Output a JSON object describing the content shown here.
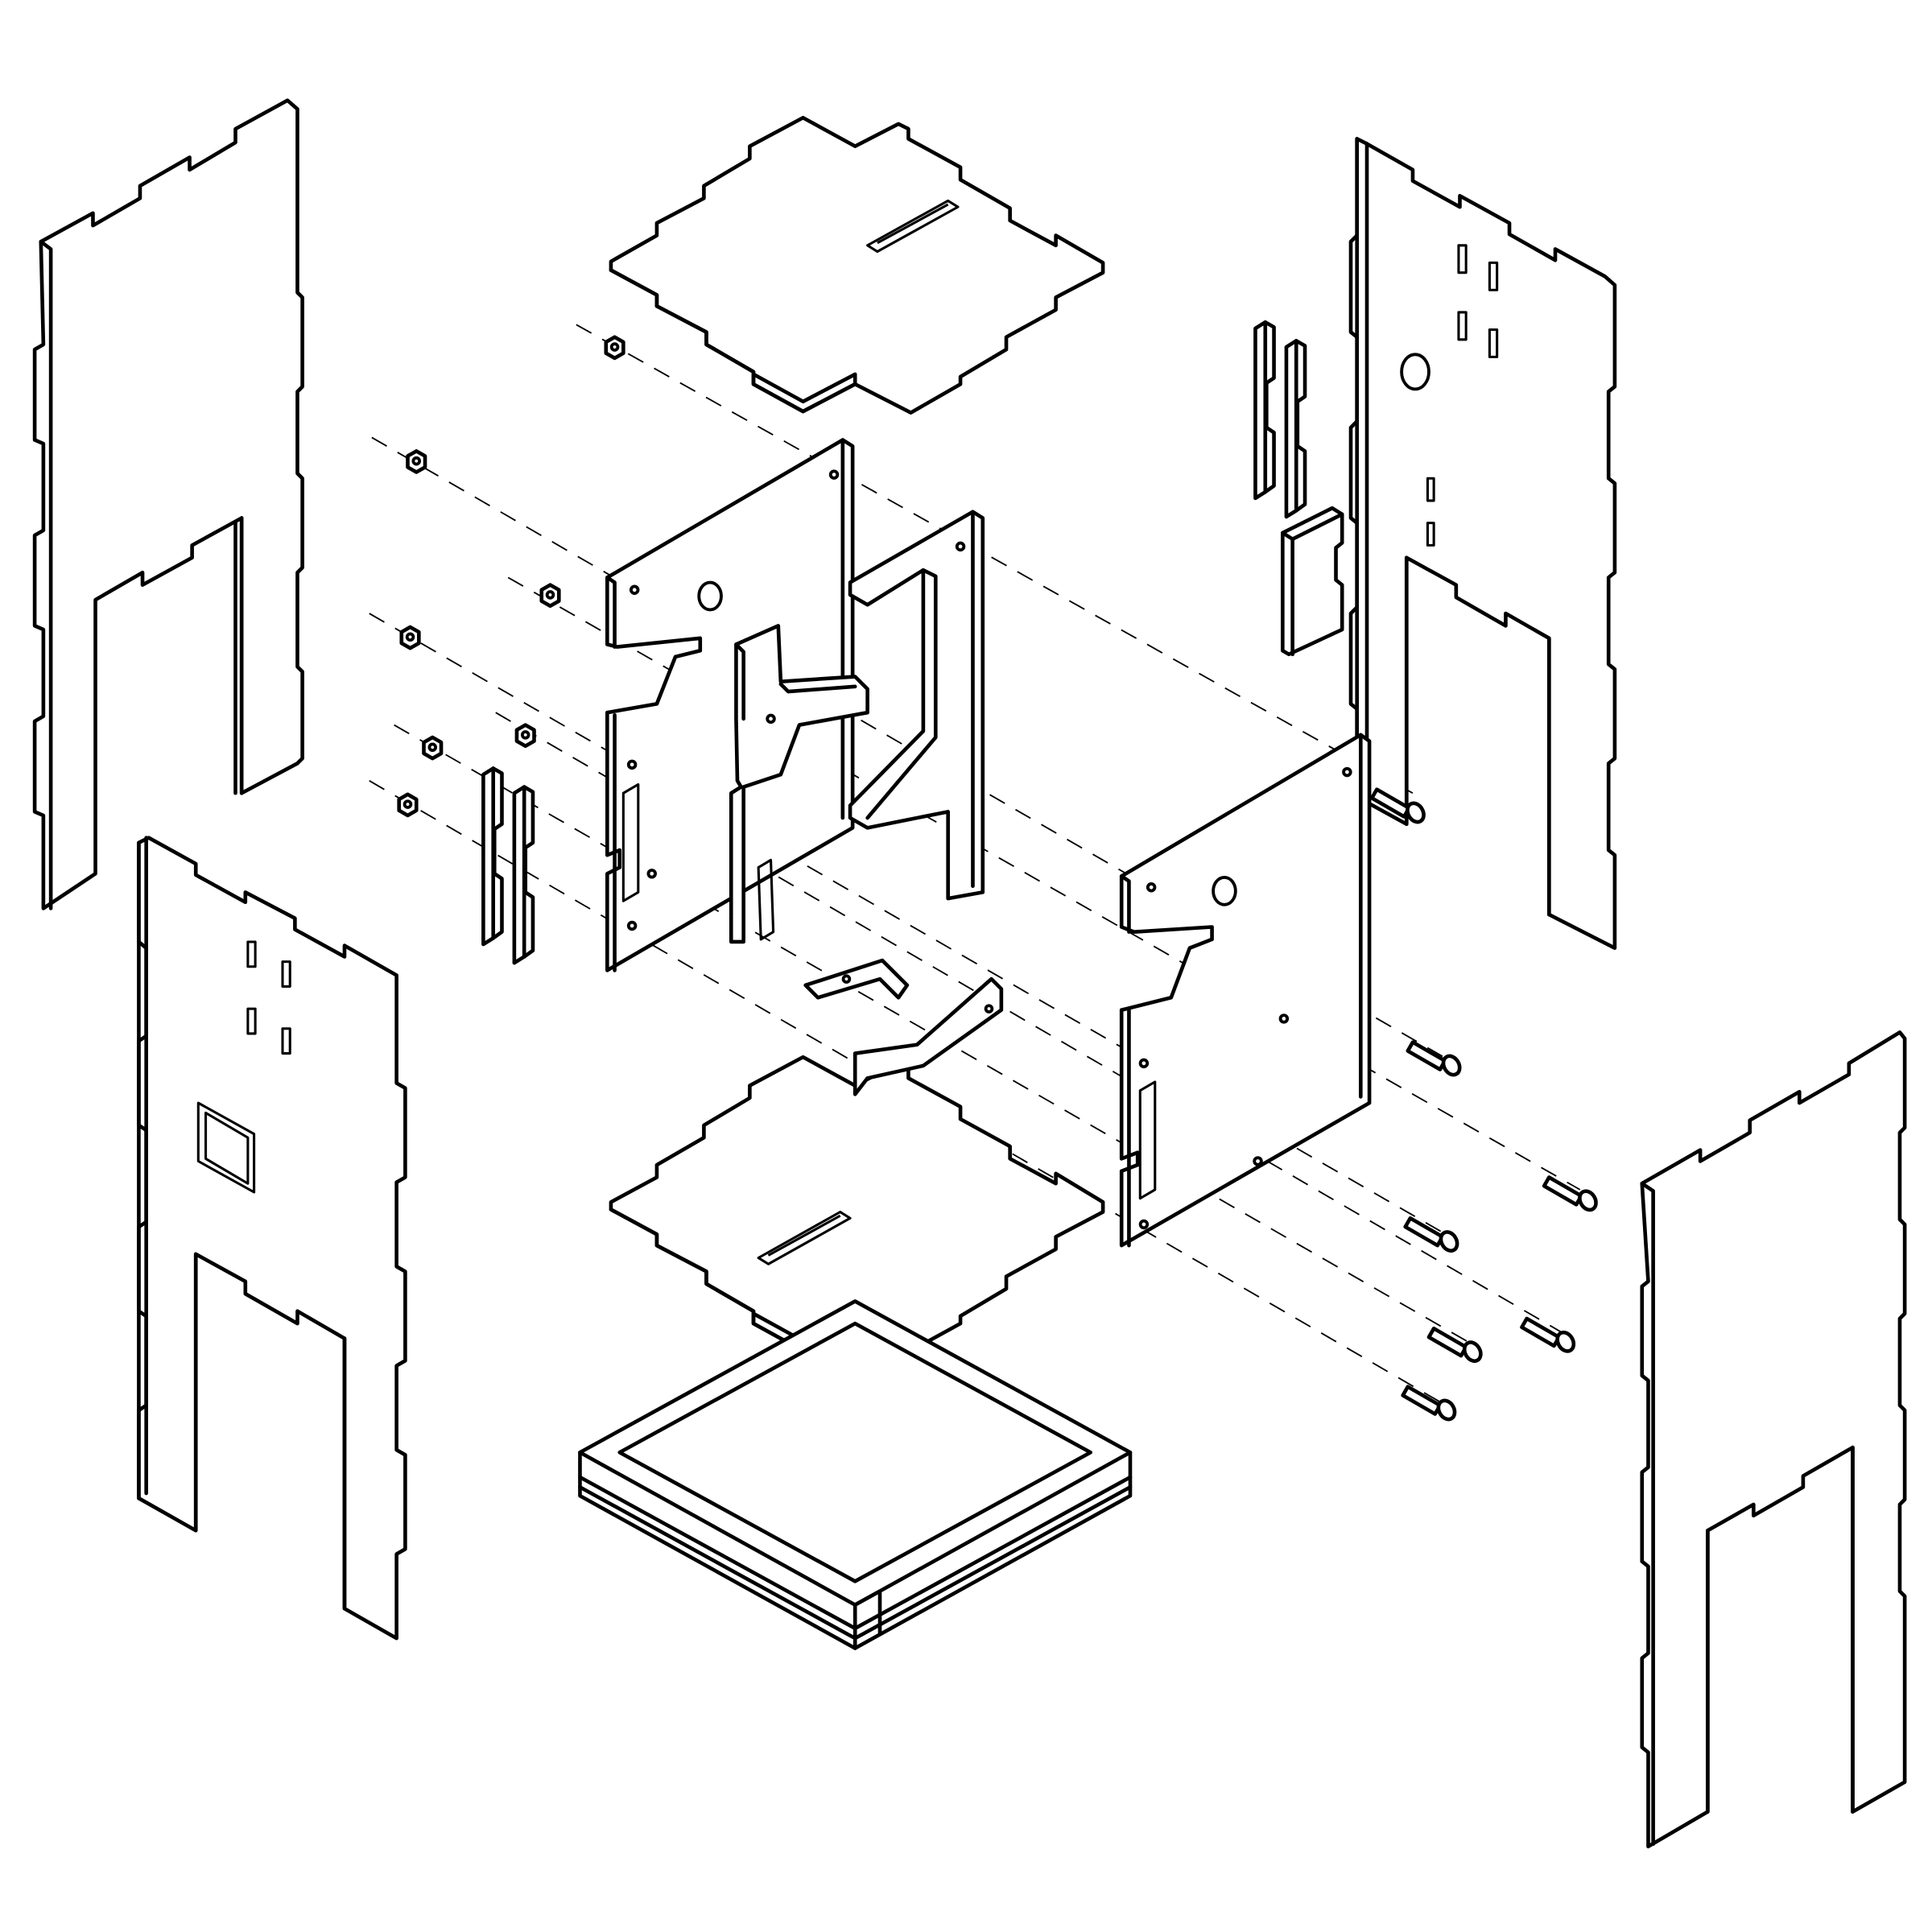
{
  "diagram": {
    "kind": "exploded-isometric-assembly",
    "colors": {
      "line": "#000000",
      "background": "#ffffff"
    },
    "parts": {
      "side_leg_panels": 4,
      "inner_panels": 3,
      "floor_plates": 2,
      "base_frame": 1,
      "spacer_bars": 4,
      "small_blocks": 1,
      "brackets": 2,
      "hex_nuts": 7,
      "screws": 7
    },
    "hardware_icons": {
      "nut": "hex-nut-icon",
      "screw": "screw-icon"
    }
  }
}
